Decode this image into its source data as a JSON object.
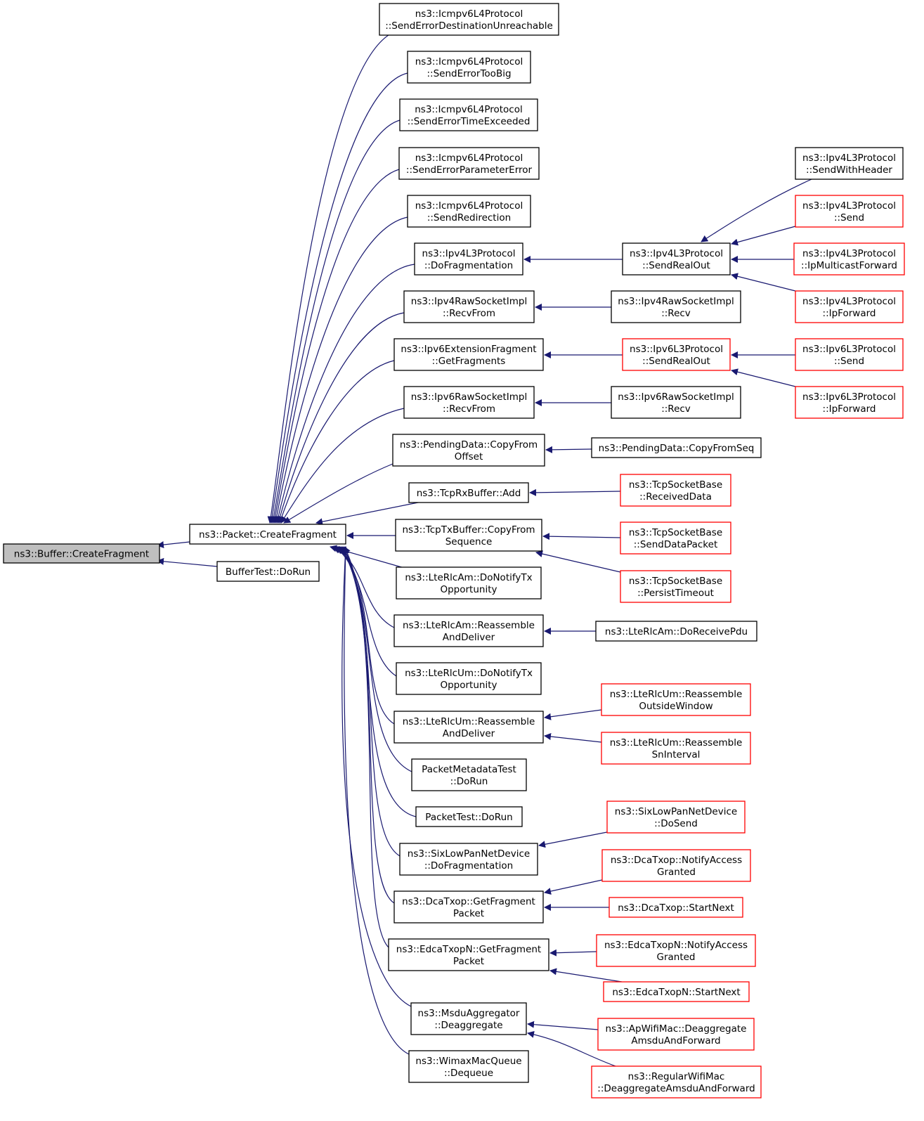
{
  "colors": {
    "edge": "#191970",
    "border_normal": "#000000",
    "border_truncated": "#ff0000",
    "focus_fill": "#bfbfbf",
    "node_fill": "#ffffff"
  },
  "nodes": [
    {
      "id": "buffer_createfragment",
      "lines": [
        "ns3::Buffer::CreateFragment"
      ],
      "style": "focus"
    },
    {
      "id": "packet_createfragment",
      "lines": [
        "ns3::Packet::CreateFragment"
      ],
      "style": "normal"
    },
    {
      "id": "buffertest_dorun",
      "lines": [
        "BufferTest::DoRun"
      ],
      "style": "normal"
    },
    {
      "id": "icmp_unreachable",
      "lines": [
        "ns3::Icmpv6L4Protocol",
        "::SendErrorDestinationUnreachable"
      ],
      "style": "normal"
    },
    {
      "id": "icmp_toobig",
      "lines": [
        "ns3::Icmpv6L4Protocol",
        "::SendErrorTooBig"
      ],
      "style": "normal"
    },
    {
      "id": "icmp_timeexceeded",
      "lines": [
        "ns3::Icmpv6L4Protocol",
        "::SendErrorTimeExceeded"
      ],
      "style": "normal"
    },
    {
      "id": "icmp_paramerror",
      "lines": [
        "ns3::Icmpv6L4Protocol",
        "::SendErrorParameterError"
      ],
      "style": "normal"
    },
    {
      "id": "icmp_redirection",
      "lines": [
        "ns3::Icmpv6L4Protocol",
        "::SendRedirection"
      ],
      "style": "normal"
    },
    {
      "id": "ipv4l3_dofrag",
      "lines": [
        "ns3::Ipv4L3Protocol",
        "::DoFragmentation"
      ],
      "style": "normal"
    },
    {
      "id": "ipv4raw_recvfrom",
      "lines": [
        "ns3::Ipv4RawSocketImpl",
        "::RecvFrom"
      ],
      "style": "normal"
    },
    {
      "id": "ipv6ext_getfrags",
      "lines": [
        "ns3::Ipv6ExtensionFragment",
        "::GetFragments"
      ],
      "style": "normal"
    },
    {
      "id": "ipv6raw_recvfrom",
      "lines": [
        "ns3::Ipv6RawSocketImpl",
        "::RecvFrom"
      ],
      "style": "normal"
    },
    {
      "id": "pending_copyfromoffset",
      "lines": [
        "ns3::PendingData::CopyFrom",
        "Offset"
      ],
      "style": "normal"
    },
    {
      "id": "tcprx_add",
      "lines": [
        "ns3::TcpRxBuffer::Add"
      ],
      "style": "normal"
    },
    {
      "id": "tcptx_copyfromseq",
      "lines": [
        "ns3::TcpTxBuffer::CopyFrom",
        "Sequence"
      ],
      "style": "normal"
    },
    {
      "id": "lterlcam_notifytx",
      "lines": [
        "ns3::LteRlcAm::DoNotifyTx",
        "Opportunity"
      ],
      "style": "normal"
    },
    {
      "id": "lterlcam_reassemble",
      "lines": [
        "ns3::LteRlcAm::Reassemble",
        "AndDeliver"
      ],
      "style": "normal"
    },
    {
      "id": "lterlcum_notifytx",
      "lines": [
        "ns3::LteRlcUm::DoNotifyTx",
        "Opportunity"
      ],
      "style": "normal"
    },
    {
      "id": "lterlcum_reassemble",
      "lines": [
        "ns3::LteRlcUm::Reassemble",
        "AndDeliver"
      ],
      "style": "normal"
    },
    {
      "id": "packetmetadatatest",
      "lines": [
        "PacketMetadataTest",
        "::DoRun"
      ],
      "style": "normal"
    },
    {
      "id": "packettest",
      "lines": [
        "PacketTest::DoRun"
      ],
      "style": "normal"
    },
    {
      "id": "sixlowpan_dofrag",
      "lines": [
        "ns3::SixLowPanNetDevice",
        "::DoFragmentation"
      ],
      "style": "normal"
    },
    {
      "id": "dcatxop_getfrag",
      "lines": [
        "ns3::DcaTxop::GetFragment",
        "Packet"
      ],
      "style": "normal"
    },
    {
      "id": "edcatxopn_getfrag",
      "lines": [
        "ns3::EdcaTxopN::GetFragment",
        "Packet"
      ],
      "style": "normal"
    },
    {
      "id": "msdu_deaggregate",
      "lines": [
        "ns3::MsduAggregator",
        "::Deaggregate"
      ],
      "style": "normal"
    },
    {
      "id": "wimax_dequeue",
      "lines": [
        "ns3::WimaxMacQueue",
        "::Dequeue"
      ],
      "style": "normal"
    },
    {
      "id": "ipv4l3_sendrealout",
      "lines": [
        "ns3::Ipv4L3Protocol",
        "::SendRealOut"
      ],
      "style": "normal"
    },
    {
      "id": "ipv4raw_recv",
      "lines": [
        "ns3::Ipv4RawSocketImpl",
        "::Recv"
      ],
      "style": "normal"
    },
    {
      "id": "ipv6l3_sendrealout",
      "lines": [
        "ns3::Ipv6L3Protocol",
        "::SendRealOut"
      ],
      "style": "truncated"
    },
    {
      "id": "ipv6raw_recv",
      "lines": [
        "ns3::Ipv6RawSocketImpl",
        "::Recv"
      ],
      "style": "normal"
    },
    {
      "id": "pending_copyfromseq",
      "lines": [
        "ns3::PendingData::CopyFromSeq"
      ],
      "style": "normal"
    },
    {
      "id": "tcpsb_receiveddata",
      "lines": [
        "ns3::TcpSocketBase",
        "::ReceivedData"
      ],
      "style": "truncated"
    },
    {
      "id": "tcpsb_senddatapacket",
      "lines": [
        "ns3::TcpSocketBase",
        "::SendDataPacket"
      ],
      "style": "truncated"
    },
    {
      "id": "tcpsb_persisttimeout",
      "lines": [
        "ns3::TcpSocketBase",
        "::PersistTimeout"
      ],
      "style": "truncated"
    },
    {
      "id": "lterlcam_doreceivepdu",
      "lines": [
        "ns3::LteRlcAm::DoReceivePdu"
      ],
      "style": "normal"
    },
    {
      "id": "lterlcum_outsidewindow",
      "lines": [
        "ns3::LteRlcUm::Reassemble",
        "OutsideWindow"
      ],
      "style": "truncated"
    },
    {
      "id": "lterlcum_sninterval",
      "lines": [
        "ns3::LteRlcUm::Reassemble",
        "SnInterval"
      ],
      "style": "truncated"
    },
    {
      "id": "sixlowpan_dosend",
      "lines": [
        "ns3::SixLowPanNetDevice",
        "::DoSend"
      ],
      "style": "truncated"
    },
    {
      "id": "dcatxop_notifyaccess",
      "lines": [
        "ns3::DcaTxop::NotifyAccess",
        "Granted"
      ],
      "style": "truncated"
    },
    {
      "id": "dcatxop_startnext",
      "lines": [
        "ns3::DcaTxop::StartNext"
      ],
      "style": "truncated"
    },
    {
      "id": "edcatxopn_notifyaccess",
      "lines": [
        "ns3::EdcaTxopN::NotifyAccess",
        "Granted"
      ],
      "style": "truncated"
    },
    {
      "id": "edcatxopn_startnext",
      "lines": [
        "ns3::EdcaTxopN::StartNext"
      ],
      "style": "truncated"
    },
    {
      "id": "apwifimac_deaggregate",
      "lines": [
        "ns3::ApWifiMac::Deaggregate",
        "AmsduAndForward"
      ],
      "style": "truncated"
    },
    {
      "id": "regularwifimac_deaggregate",
      "lines": [
        "ns3::RegularWifiMac",
        "::DeaggregateAmsduAndForward"
      ],
      "style": "truncated"
    },
    {
      "id": "ipv4l3_sendwithheader",
      "lines": [
        "ns3::Ipv4L3Protocol",
        "::SendWithHeader"
      ],
      "style": "normal"
    },
    {
      "id": "ipv4l3_send",
      "lines": [
        "ns3::Ipv4L3Protocol",
        "::Send"
      ],
      "style": "truncated"
    },
    {
      "id": "ipv4l3_ipmulticastforward",
      "lines": [
        "ns3::Ipv4L3Protocol",
        "::IpMulticastForward"
      ],
      "style": "truncated"
    },
    {
      "id": "ipv4l3_ipforward",
      "lines": [
        "ns3::Ipv4L3Protocol",
        "::IpForward"
      ],
      "style": "truncated"
    },
    {
      "id": "ipv6l3_send",
      "lines": [
        "ns3::Ipv6L3Protocol",
        "::Send"
      ],
      "style": "truncated"
    },
    {
      "id": "ipv6l3_ipforward",
      "lines": [
        "ns3::Ipv6L3Protocol",
        "::IpForward"
      ],
      "style": "truncated"
    }
  ],
  "edges": [
    {
      "from": "packet_createfragment",
      "to": "buffer_createfragment"
    },
    {
      "from": "buffertest_dorun",
      "to": "buffer_createfragment"
    },
    {
      "from": "icmp_unreachable",
      "to": "packet_createfragment"
    },
    {
      "from": "icmp_toobig",
      "to": "packet_createfragment"
    },
    {
      "from": "icmp_timeexceeded",
      "to": "packet_createfragment"
    },
    {
      "from": "icmp_paramerror",
      "to": "packet_createfragment"
    },
    {
      "from": "icmp_redirection",
      "to": "packet_createfragment"
    },
    {
      "from": "ipv4l3_dofrag",
      "to": "packet_createfragment"
    },
    {
      "from": "ipv4raw_recvfrom",
      "to": "packet_createfragment"
    },
    {
      "from": "ipv6ext_getfrags",
      "to": "packet_createfragment"
    },
    {
      "from": "ipv6raw_recvfrom",
      "to": "packet_createfragment"
    },
    {
      "from": "pending_copyfromoffset",
      "to": "packet_createfragment"
    },
    {
      "from": "tcprx_add",
      "to": "packet_createfragment"
    },
    {
      "from": "tcptx_copyfromseq",
      "to": "packet_createfragment"
    },
    {
      "from": "lterlcam_notifytx",
      "to": "packet_createfragment"
    },
    {
      "from": "lterlcam_reassemble",
      "to": "packet_createfragment"
    },
    {
      "from": "lterlcum_notifytx",
      "to": "packet_createfragment"
    },
    {
      "from": "lterlcum_reassemble",
      "to": "packet_createfragment"
    },
    {
      "from": "packetmetadatatest",
      "to": "packet_createfragment"
    },
    {
      "from": "packettest",
      "to": "packet_createfragment"
    },
    {
      "from": "sixlowpan_dofrag",
      "to": "packet_createfragment"
    },
    {
      "from": "dcatxop_getfrag",
      "to": "packet_createfragment"
    },
    {
      "from": "edcatxopn_getfrag",
      "to": "packet_createfragment"
    },
    {
      "from": "msdu_deaggregate",
      "to": "packet_createfragment"
    },
    {
      "from": "wimax_dequeue",
      "to": "packet_createfragment"
    },
    {
      "from": "ipv4l3_sendrealout",
      "to": "ipv4l3_dofrag"
    },
    {
      "from": "ipv4raw_recv",
      "to": "ipv4raw_recvfrom"
    },
    {
      "from": "ipv6l3_sendrealout",
      "to": "ipv6ext_getfrags"
    },
    {
      "from": "ipv6raw_recv",
      "to": "ipv6raw_recvfrom"
    },
    {
      "from": "pending_copyfromseq",
      "to": "pending_copyfromoffset"
    },
    {
      "from": "tcpsb_receiveddata",
      "to": "tcprx_add"
    },
    {
      "from": "tcpsb_senddatapacket",
      "to": "tcptx_copyfromseq"
    },
    {
      "from": "tcpsb_persisttimeout",
      "to": "tcptx_copyfromseq"
    },
    {
      "from": "lterlcam_doreceivepdu",
      "to": "lterlcam_reassemble"
    },
    {
      "from": "lterlcum_outsidewindow",
      "to": "lterlcum_reassemble"
    },
    {
      "from": "lterlcum_sninterval",
      "to": "lterlcum_reassemble"
    },
    {
      "from": "sixlowpan_dosend",
      "to": "sixlowpan_dofrag"
    },
    {
      "from": "dcatxop_notifyaccess",
      "to": "dcatxop_getfrag"
    },
    {
      "from": "dcatxop_startnext",
      "to": "dcatxop_getfrag"
    },
    {
      "from": "edcatxopn_notifyaccess",
      "to": "edcatxopn_getfrag"
    },
    {
      "from": "edcatxopn_startnext",
      "to": "edcatxopn_getfrag"
    },
    {
      "from": "apwifimac_deaggregate",
      "to": "msdu_deaggregate"
    },
    {
      "from": "regularwifimac_deaggregate",
      "to": "msdu_deaggregate"
    },
    {
      "from": "ipv4l3_sendwithheader",
      "to": "ipv4l3_sendrealout"
    },
    {
      "from": "ipv4l3_send",
      "to": "ipv4l3_sendrealout"
    },
    {
      "from": "ipv4l3_ipmulticastforward",
      "to": "ipv4l3_sendrealout"
    },
    {
      "from": "ipv4l3_ipforward",
      "to": "ipv4l3_sendrealout"
    },
    {
      "from": "ipv6l3_send",
      "to": "ipv6l3_sendrealout"
    },
    {
      "from": "ipv6l3_ipforward",
      "to": "ipv6l3_sendrealout"
    }
  ]
}
